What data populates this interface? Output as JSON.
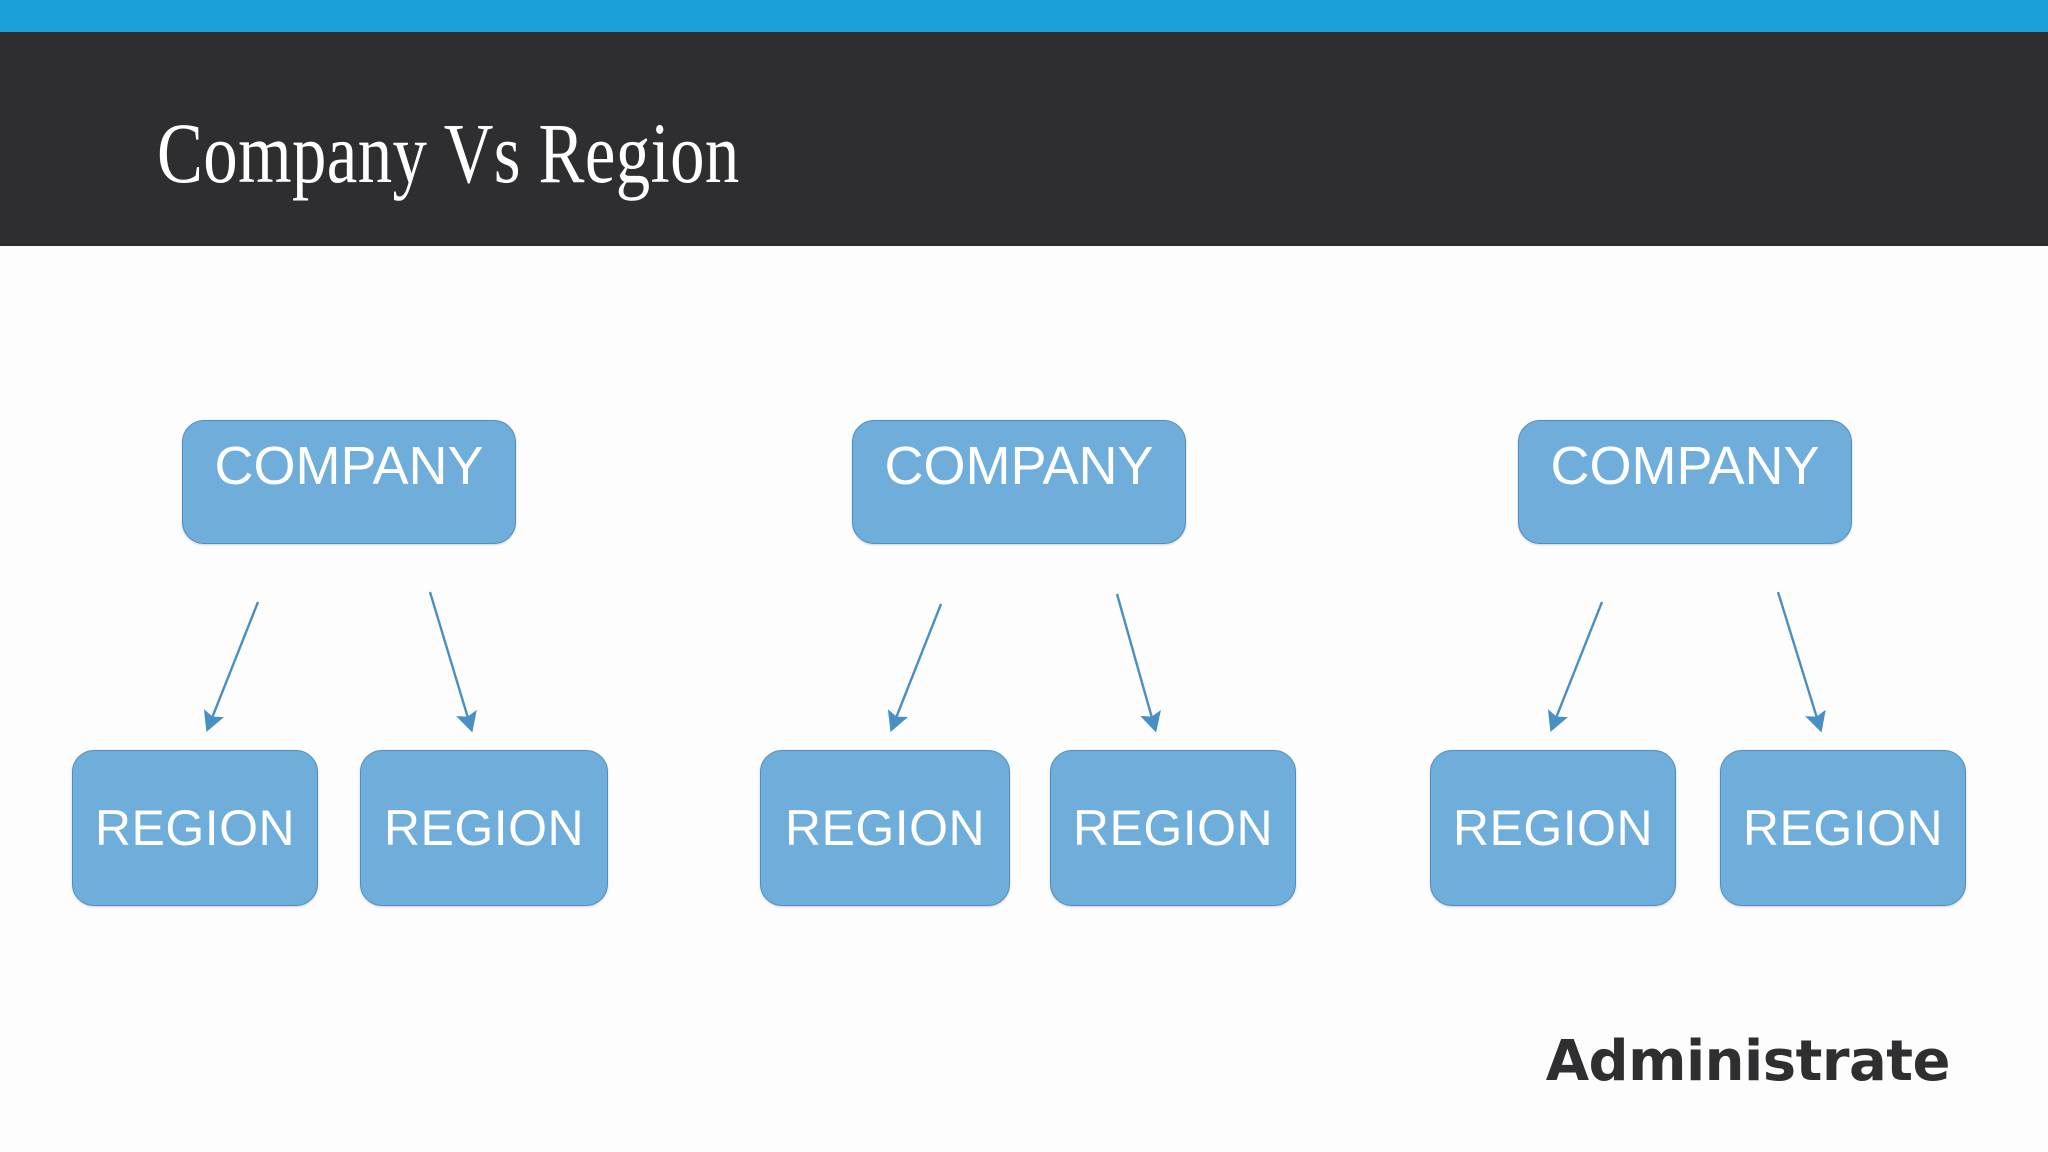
{
  "slide": {
    "title": "Company Vs Region",
    "brand": "Administrate",
    "accent_color": "#1ba0da",
    "header_color": "#2e2d2f",
    "node_fill": "#6fadda",
    "node_border": "#4b8fc4",
    "arrow_color": "#4a8fc4",
    "background": "#ffffff"
  },
  "diagram": {
    "type": "hierarchy",
    "groups": [
      {
        "name": "group-1",
        "parent": {
          "label": "COMPANY"
        },
        "children": [
          {
            "label": "REGION"
          },
          {
            "label": "REGION"
          }
        ]
      },
      {
        "name": "group-2",
        "parent": {
          "label": "COMPANY"
        },
        "children": [
          {
            "label": "REGION"
          },
          {
            "label": "REGION"
          }
        ]
      },
      {
        "name": "group-3",
        "parent": {
          "label": "COMPANY"
        },
        "children": [
          {
            "label": "REGION"
          },
          {
            "label": "REGION"
          }
        ]
      }
    ]
  }
}
